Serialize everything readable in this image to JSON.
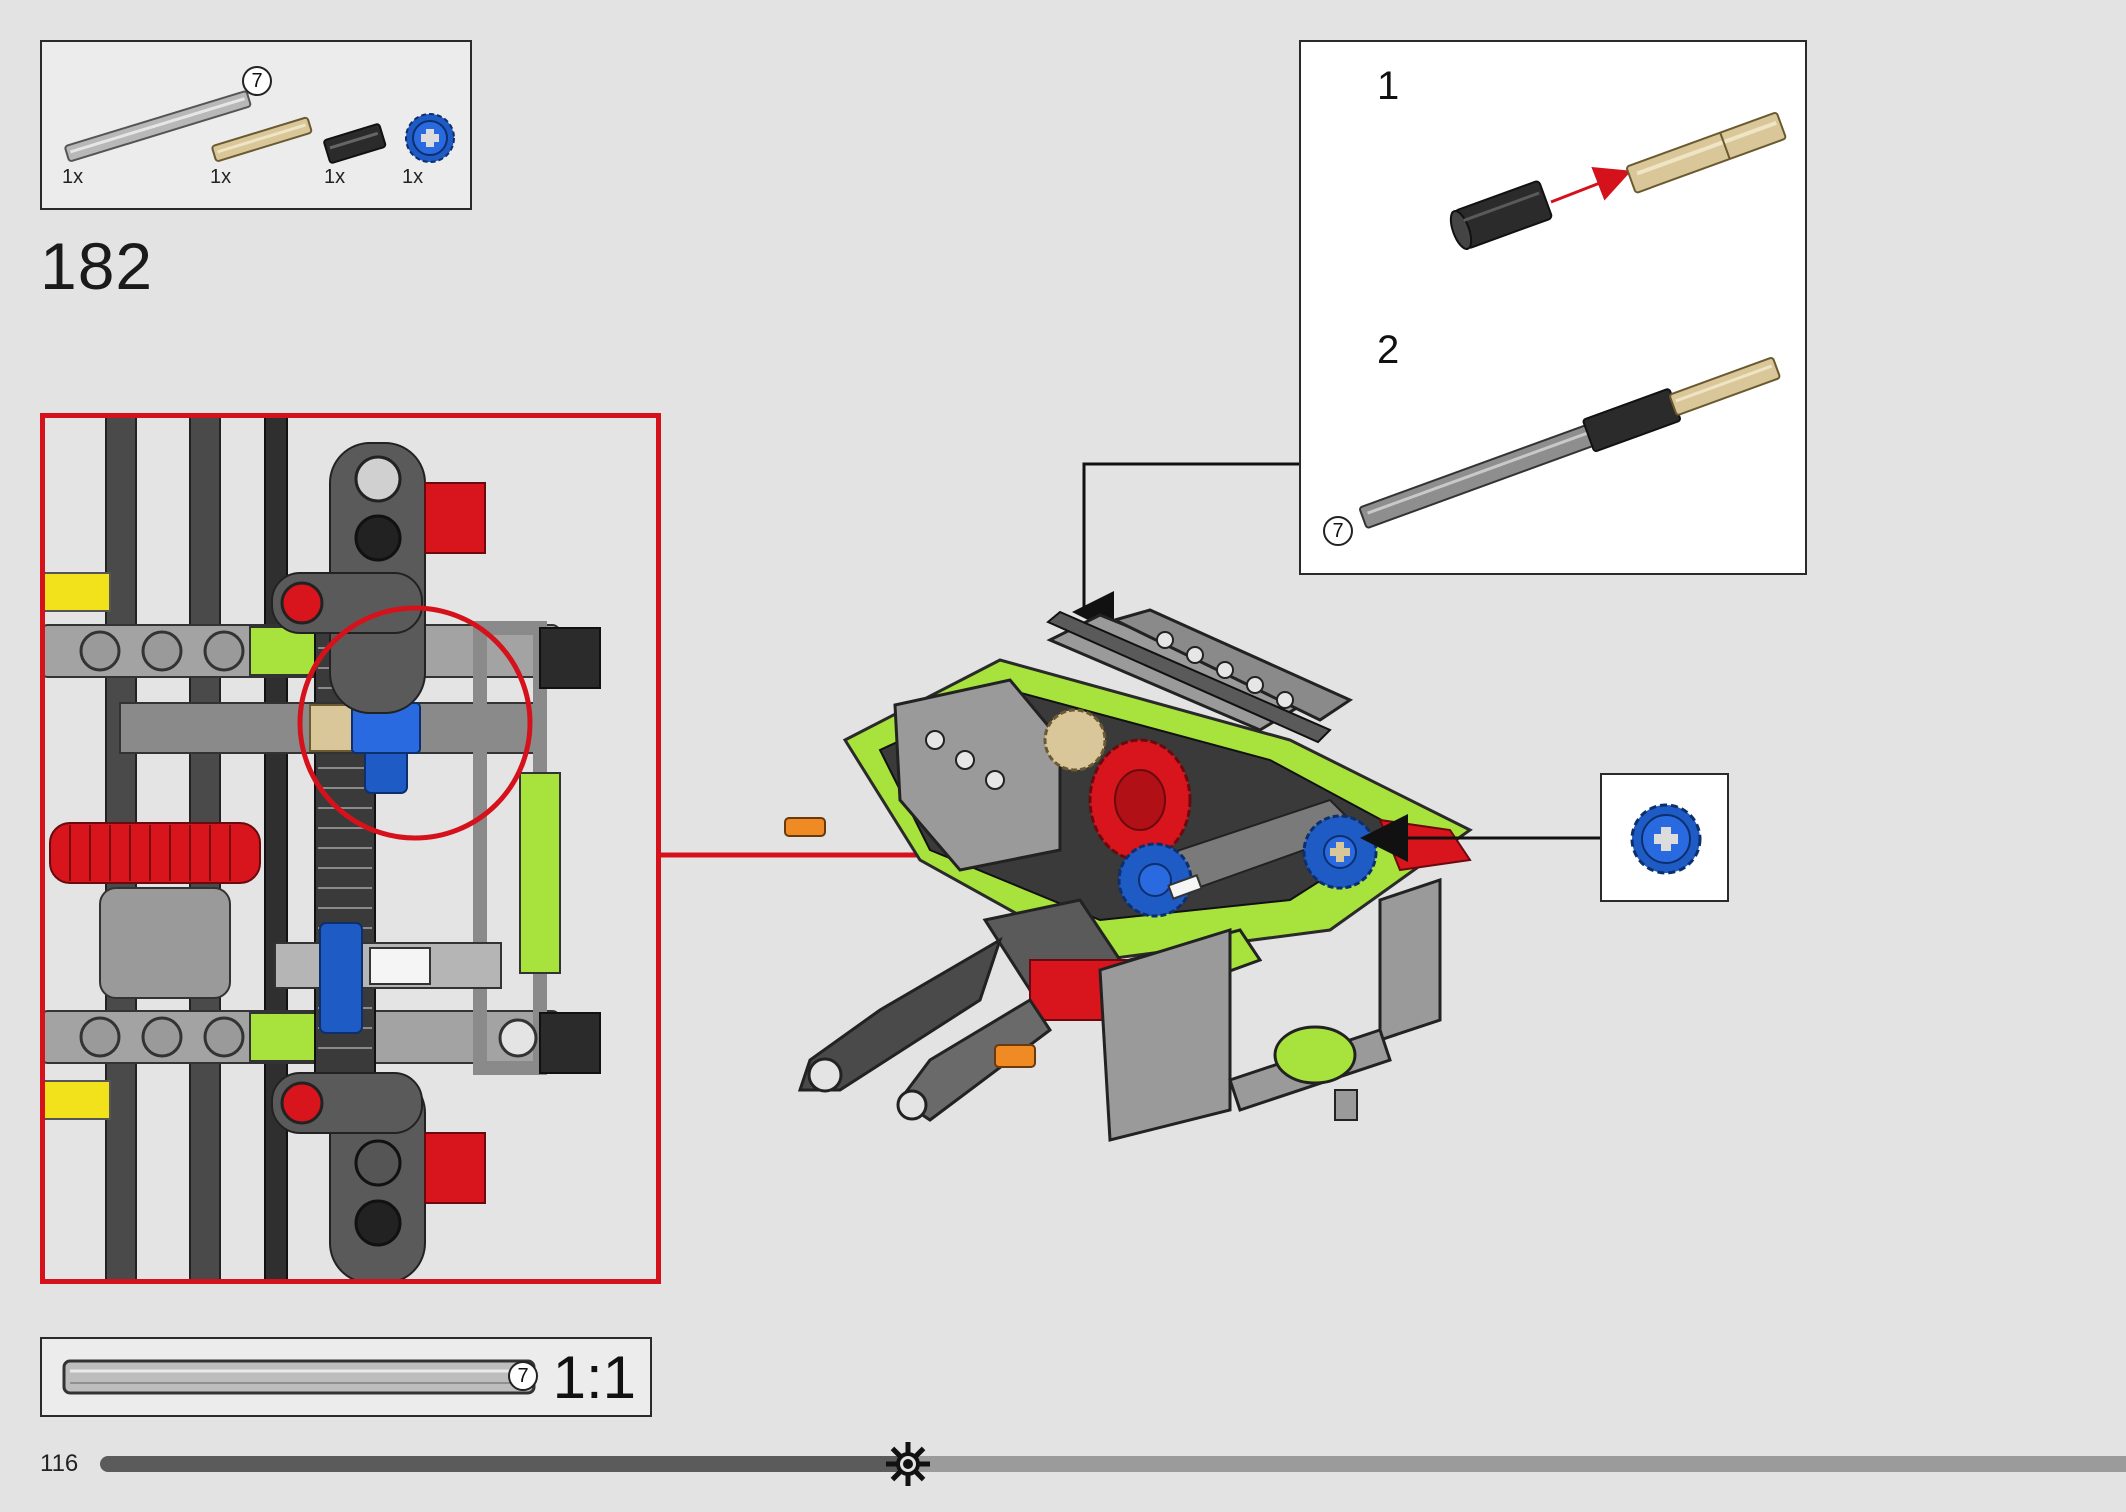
{
  "step": {
    "number": "182"
  },
  "parts": [
    {
      "name": "grey-axle-7",
      "qty": "1x",
      "axle_length": "7"
    },
    {
      "name": "tan-axle-3",
      "qty": "1x"
    },
    {
      "name": "black-axle-connector",
      "qty": "1x"
    },
    {
      "name": "blue-gear-12",
      "qty": "1x"
    }
  ],
  "callout": {
    "sub_steps": [
      {
        "number": "1"
      },
      {
        "number": "2",
        "axle_length": "7"
      }
    ]
  },
  "scale_ruler": {
    "axle_length": "7",
    "scale": "1:1"
  },
  "footer": {
    "page_number": "116",
    "progress": 0.399
  },
  "colors": {
    "highlight_red": "#d5121b",
    "lime": "#a8e23c",
    "gear_blue": "#1f5bc4",
    "gear_red": "#d8141c",
    "tan": "#d9c79a",
    "beam_grey": "#9a9a9a",
    "dark_grey": "#4a4a4a"
  }
}
